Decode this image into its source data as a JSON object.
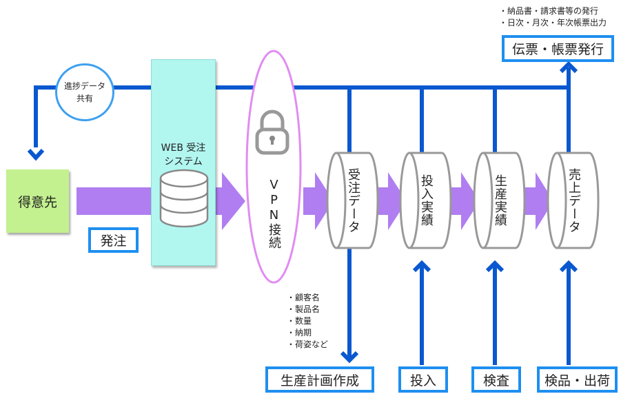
{
  "colors": {
    "flow_line": "#0a58d0",
    "flow_arrow": "#b07ef0",
    "label_border": "#1e8ff0",
    "client_fill": "#c3f18f",
    "web_system_fill": "#b2f6f0",
    "vpn_outline": "#e08cf2",
    "cylinder_outline": "#999999",
    "bubble_outline": "#3da0f0"
  },
  "client": {
    "label": "得意先"
  },
  "order_label": "発注",
  "progress_bubble": {
    "line1": "進捗データ",
    "line2": "共有"
  },
  "web_system": {
    "line1": "WEB 受注",
    "line2": "システム",
    "icon": "database-icon"
  },
  "vpn": {
    "label": "VPN接続",
    "icon": "lock-icon"
  },
  "data_stores": [
    {
      "label": "受注データ"
    },
    {
      "label": "投入実績"
    },
    {
      "label": "生産実績"
    },
    {
      "label": "売上データ"
    }
  ],
  "order_data_notes": [
    "・顧客名",
    "・製品名",
    "・数量",
    "・納期",
    "・荷姿など"
  ],
  "top_output": {
    "label": "伝票・帳票発行",
    "notes": [
      "・納品書・請求書等の発行",
      "・日次・月次・年次帳票出力"
    ]
  },
  "bottom_processes": [
    {
      "label": "生産計画作成"
    },
    {
      "label": "投入"
    },
    {
      "label": "検査"
    },
    {
      "label": "検品・出荷"
    }
  ]
}
